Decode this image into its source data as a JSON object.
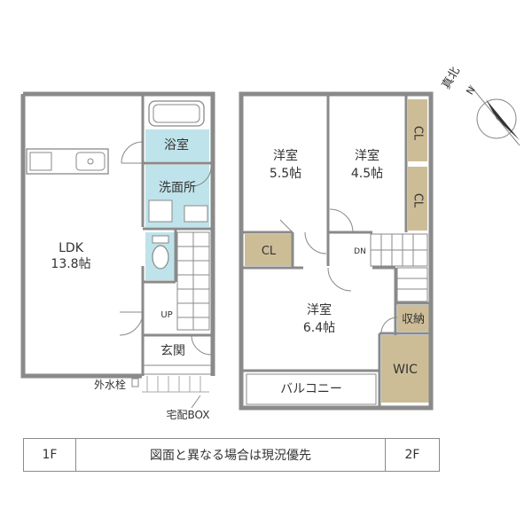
{
  "colors": {
    "wall": "#8a8a8a",
    "tile": "#bfe3ea",
    "storage": "#cdbd97",
    "line": "#888888"
  },
  "compass": {
    "true_north": "真北",
    "north": "N"
  },
  "floor1": {
    "ldk_name": "LDK",
    "ldk_size": "13.8帖",
    "bath": "浴室",
    "washroom": "洗面所",
    "entrance": "玄関",
    "up": "UP",
    "outdoor_faucet": "外水栓",
    "delivery_box": "宅配BOX"
  },
  "floor2": {
    "room_a_name": "洋室",
    "room_a_size": "5.5帖",
    "room_b_name": "洋室",
    "room_b_size": "4.5帖",
    "room_c_name": "洋室",
    "room_c_size": "6.4帖",
    "closet_1": "CL",
    "closet_2": "CL",
    "closet_3": "CL",
    "down": "DN",
    "storage": "収納",
    "wic": "WIC",
    "balcony": "バルコニー"
  },
  "caption": {
    "left": "1F",
    "center": "図面と異なる場合は現況優先",
    "right": "2F"
  }
}
